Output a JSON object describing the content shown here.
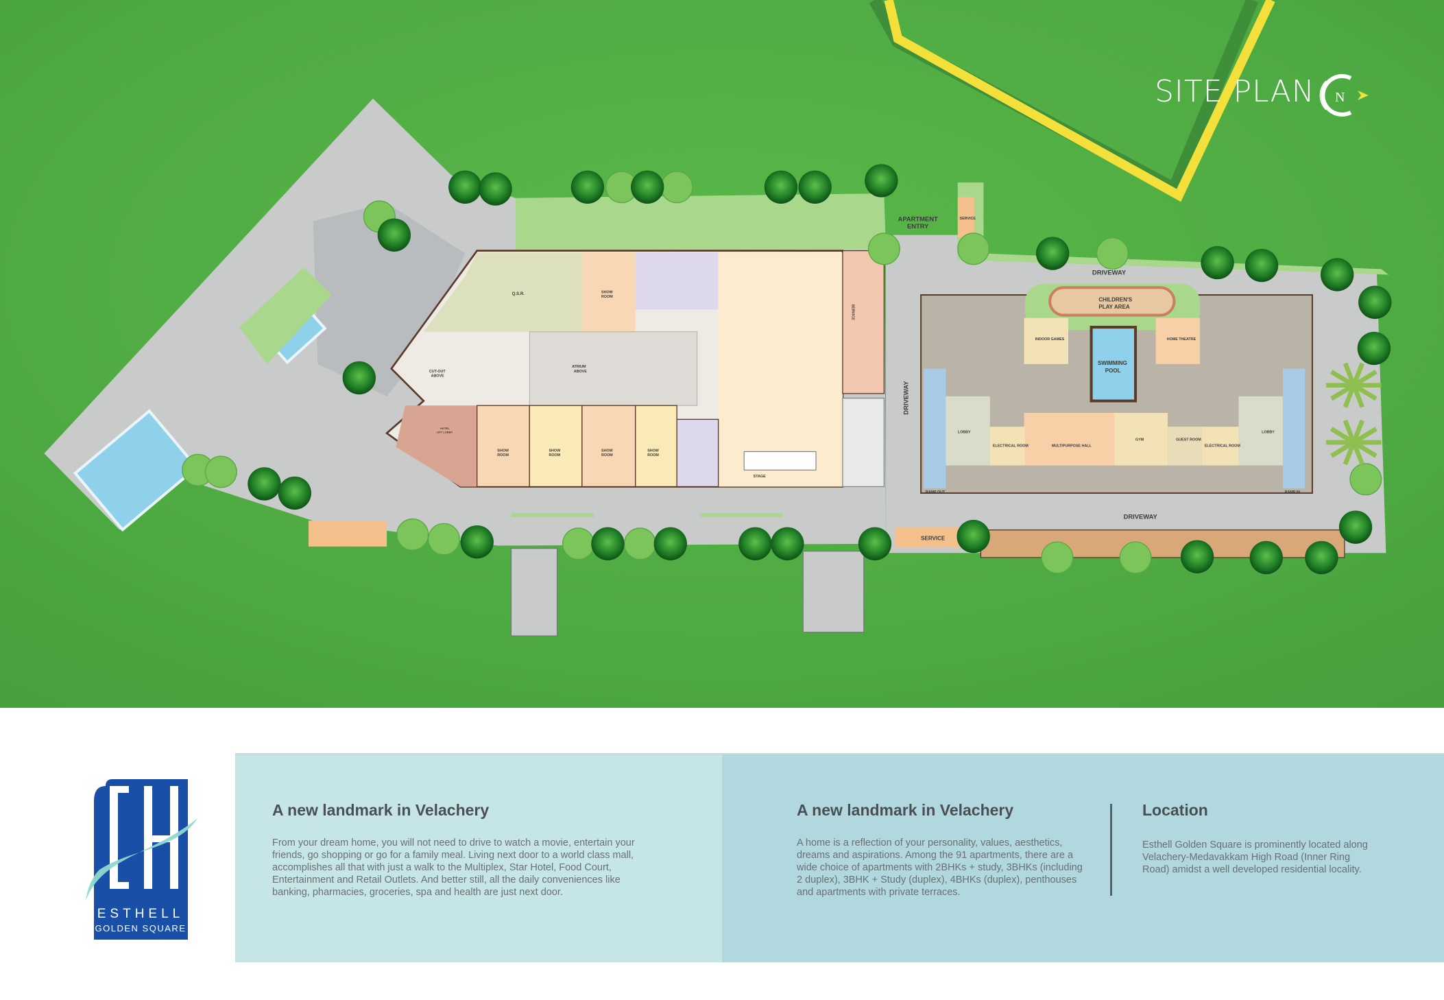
{
  "header": {
    "title": "SITE PLAN",
    "compass_letter": "N"
  },
  "plan_labels": {
    "apartment_entry_1": "APARTMENT",
    "apartment_entry_2": "ENTRY",
    "service_top": "SERVICE",
    "service_mall": "SERVICE",
    "service_bottom": "SERVICE",
    "driveway_top": "DRIVEWAY",
    "driveway_left": "DRIVEWAY",
    "driveway_bottom": "DRIVEWAY",
    "childrens_play_1": "CHILDREN'S",
    "childrens_play_2": "PLAY AREA",
    "pool_1": "SWIMMING",
    "pool_2": "POOL",
    "qsr": "Q.S.R.",
    "show_room_1": "SHOW",
    "show_room_2": "ROOM",
    "atrium_1": "ATRIUM",
    "atrium_2": "ABOVE",
    "cutout_1": "CUT-OUT",
    "cutout_2": "ABOVE",
    "hotel_lobby_1": "HOTEL",
    "hotel_lobby_2": "LIFT LOBBY",
    "electrical_room": "ELECTRICAL ROOM",
    "indoor_games": "INDOOR GAMES",
    "home_theatre": "HOME THEATRE",
    "multipurpose_hall": "MULTIPURPOSE HALL",
    "gym": "GYM",
    "guest_room": "GUEST ROOM",
    "lobby": "LOBBY",
    "ramp_out": "RAMP OUT",
    "ramp_in": "RAMP IN",
    "stage": "STAGE"
  },
  "logo": {
    "line1": "ESTHELL",
    "line2": "GOLDEN SQUARE"
  },
  "sections": [
    {
      "heading": "A new landmark in Velachery",
      "body": "From your dream home, you will not need to drive to watch a movie, entertain your friends, go shopping or go for a family meal. Living next door to a world class mall, accomplishes all that with just a walk to the Multiplex, Star Hotel, Food Court, Entertainment and Retail Outlets. And better still, all the daily conveniences like banking, pharmacies, groceries, spa and health are just next door."
    },
    {
      "heading": "A new landmark in Velachery",
      "body": "A home is a reflection of your personality, values, aesthetics, dreams and aspirations. Among the 91 apartments, there are a wide choice of apartments with 2BHKs + study, 3BHKs (including 2 duplex), 3BHK + Study (duplex), 4BHKs (duplex), penthouses and apartments with private terraces."
    },
    {
      "heading": "Location",
      "body": "Esthell Golden Square is prominently located along Velachery-Medavakkam High Road (Inner Ring Road) amidst a well developed residential locality."
    }
  ],
  "colors": {
    "grass": "#55ad45",
    "road": "#c9cbcb",
    "panel1": "#c6e5e6",
    "panel2": "#b0d8de",
    "logo_blue": "#1a4fa8",
    "accent_yellow": "#f4e03a"
  }
}
